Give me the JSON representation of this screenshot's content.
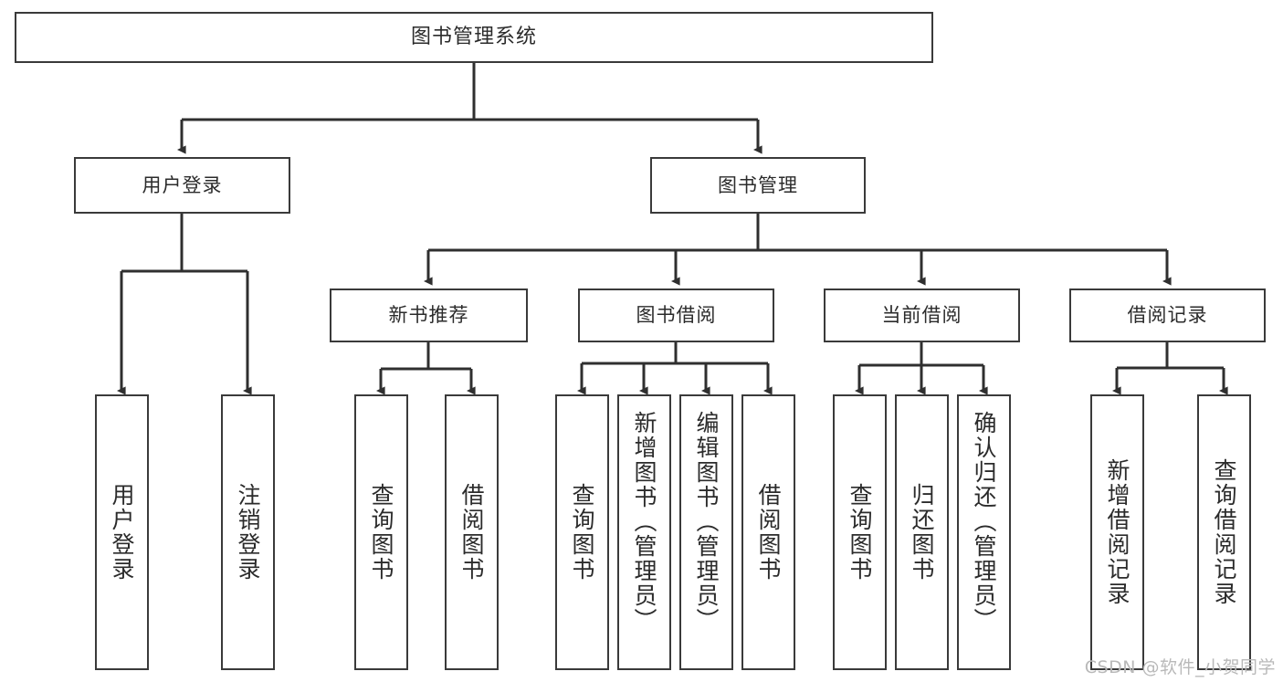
{
  "diagram": {
    "title": "图书管理系统",
    "type": "tree",
    "watermark": "CSDN @软件_小贺同学",
    "colors": {
      "box_border": "#3a3a3a",
      "box_fill": "#ffffff",
      "text": "#2b2b2b",
      "connector": "#2f2f2f",
      "watermark": "#b9b9b9"
    },
    "nodes": {
      "root": {
        "label": "图书管理系统"
      },
      "level1": [
        {
          "label": "用户登录"
        },
        {
          "label": "图书管理"
        }
      ],
      "level2": [
        {
          "label": "新书推荐"
        },
        {
          "label": "图书借阅"
        },
        {
          "label": "当前借阅"
        },
        {
          "label": "借阅记录"
        }
      ],
      "leaves": [
        {
          "label": "用户登录"
        },
        {
          "label": "注销登录"
        },
        {
          "label": "查询图书"
        },
        {
          "label": "借阅图书"
        },
        {
          "label": "查询图书"
        },
        {
          "label": "新增图书（管理员）"
        },
        {
          "label": "编辑图书（管理员）"
        },
        {
          "label": "借阅图书"
        },
        {
          "label": "查询图书"
        },
        {
          "label": "归还图书"
        },
        {
          "label": "确认归还（管理员）"
        },
        {
          "label": "新增借阅记录"
        },
        {
          "label": "查询借阅记录"
        }
      ]
    },
    "edges": [
      {
        "from": "图书管理系统",
        "to": "用户登录"
      },
      {
        "from": "图书管理系统",
        "to": "图书管理"
      },
      {
        "from": "用户登录",
        "to": "用户登录"
      },
      {
        "from": "用户登录",
        "to": "注销登录"
      },
      {
        "from": "图书管理",
        "to": "新书推荐"
      },
      {
        "from": "图书管理",
        "to": "图书借阅"
      },
      {
        "from": "图书管理",
        "to": "当前借阅"
      },
      {
        "from": "图书管理",
        "to": "借阅记录"
      },
      {
        "from": "新书推荐",
        "to": "查询图书"
      },
      {
        "from": "新书推荐",
        "to": "借阅图书"
      },
      {
        "from": "图书借阅",
        "to": "查询图书"
      },
      {
        "from": "图书借阅",
        "to": "新增图书（管理员）"
      },
      {
        "from": "图书借阅",
        "to": "编辑图书（管理员）"
      },
      {
        "from": "图书借阅",
        "to": "借阅图书"
      },
      {
        "from": "当前借阅",
        "to": "查询图书"
      },
      {
        "from": "当前借阅",
        "to": "归还图书"
      },
      {
        "from": "当前借阅",
        "to": "确认归还（管理员）"
      },
      {
        "from": "借阅记录",
        "to": "新增借阅记录"
      },
      {
        "from": "借阅记录",
        "to": "查询借阅记录"
      }
    ]
  }
}
